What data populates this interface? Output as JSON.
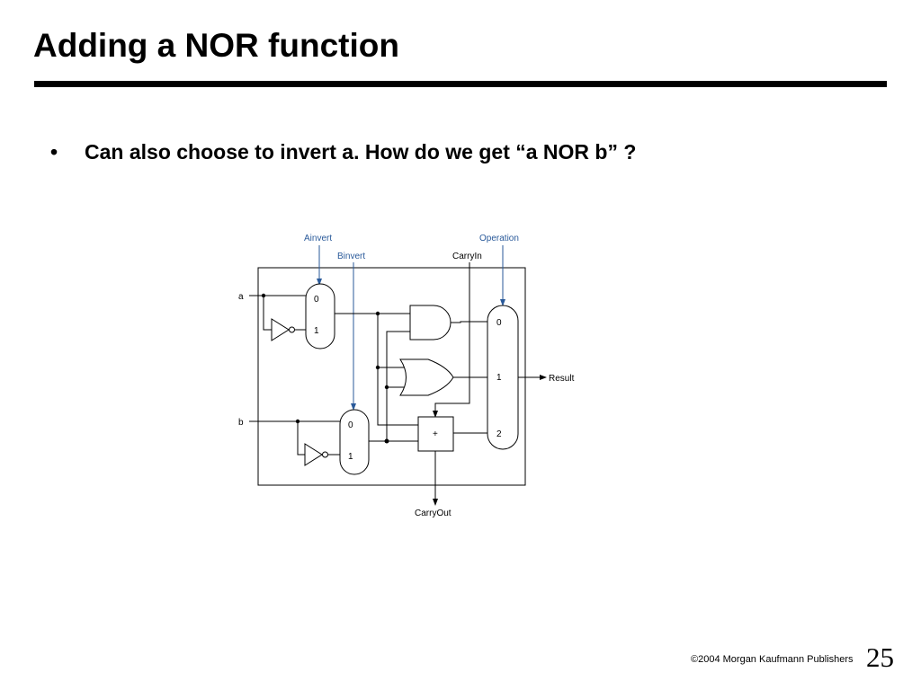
{
  "slide": {
    "title": "Adding a NOR function",
    "bullet_symbol": "•",
    "bullet_text": "Can also choose to invert a.   How do we get “a NOR b” ?"
  },
  "diagram": {
    "label_ainvert": "Ainvert",
    "label_binvert": "Binvert",
    "label_carryin": "CarryIn",
    "label_operation": "Operation",
    "label_a": "a",
    "label_b": "b",
    "mux_a_in0": "0",
    "mux_a_in1": "1",
    "mux_b_in0": "0",
    "mux_b_in1": "1",
    "adder_symbol": "+",
    "mux_out_in0": "0",
    "mux_out_in1": "1",
    "mux_out_in2": "2",
    "label_result": "Result",
    "label_carryout": "CarryOut",
    "control_color": "#2a5a9a"
  },
  "footer": {
    "copyright": "©2004 Morgan Kaufmann Publishers",
    "page_number": "25"
  }
}
